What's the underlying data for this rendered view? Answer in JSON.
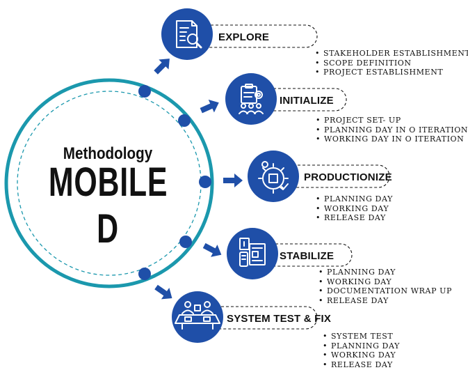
{
  "center": {
    "subtitle": "Methodology",
    "title": "MOBILE D"
  },
  "colors": {
    "accent_blue": "#1f4fa8",
    "ring_teal": "#1b98ad",
    "text": "#111111"
  },
  "stages": [
    {
      "title": "EXPLORE",
      "icon": "document-search-icon",
      "items": [
        "STAKEHOLDER ESTABLISHMENT",
        "SCOPE DEFINITION",
        "PROJECT ESTABLISHMENT"
      ]
    },
    {
      "title": "INITIALIZE",
      "icon": "team-plan-icon",
      "items": [
        "PROJECT SET- UP",
        "PLANNING DAY IN O ITERATION",
        "WORKING DAY IN O ITERATION"
      ]
    },
    {
      "title": "PRODUCTIONIZE",
      "icon": "gear-box-icon",
      "items": [
        "PLANNING DAY",
        "WORKING DAY",
        "RELEASE DAY"
      ]
    },
    {
      "title": "STABILIZE",
      "icon": "documents-icon",
      "items": [
        "PLANNING DAY",
        "WORKING DAY",
        "DOCUMENTATION WRAP UP",
        "RELEASE DAY"
      ]
    },
    {
      "title": "SYSTEM TEST & FIX",
      "icon": "meeting-table-icon",
      "items": [
        "SYSTEM TEST",
        "PLANNING DAY",
        "WORKING DAY",
        "RELEASE DAY"
      ]
    }
  ]
}
